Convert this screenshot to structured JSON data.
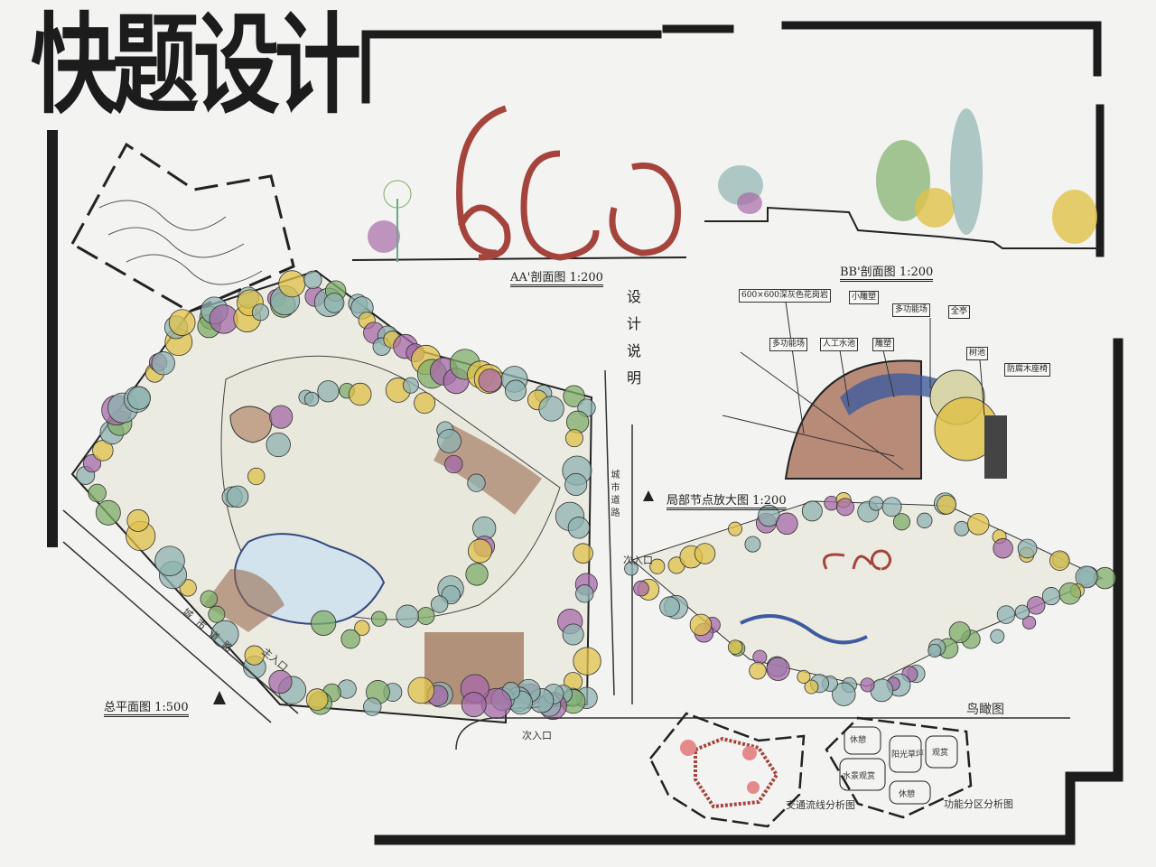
{
  "title": "快题设计",
  "sections": {
    "aa_label": "AA'剖面图  1:200",
    "bb_label": "BB'剖面图  1:200"
  },
  "design_notes_label": "设计说明",
  "node_detail": {
    "label": "局部节点放大图  1:200",
    "callouts": [
      "600×600深灰色花岗岩",
      "小雕塑",
      "多功能场",
      "全亭",
      "多功能场",
      "人工水池",
      "雕塑",
      "树池",
      "防腐木座椅"
    ]
  },
  "master_plan": {
    "label": "总平面图  1:500",
    "road_label": "城市道路",
    "main_entrance": "主入口",
    "secondary_entrance": "次入口",
    "side_road": "次入口",
    "east_road": "城市道路"
  },
  "aerial_label": "鸟瞰图",
  "traffic_label": "交通流线分析图",
  "function": {
    "label": "功能分区分析图",
    "zones": [
      "休憩",
      "阳光草坪",
      "观赏",
      "水景观赏",
      "休憩"
    ]
  },
  "colors": {
    "border": "#1c1c1c",
    "tree_blue": "#8fb3b0",
    "tree_green": "#7fae6a",
    "tree_yellow": "#e0c24a",
    "tree_purple": "#a66aa8",
    "sculpture_red": "#a4443c",
    "water": "#c6dbea",
    "deck_brown": "#8b5a45"
  }
}
